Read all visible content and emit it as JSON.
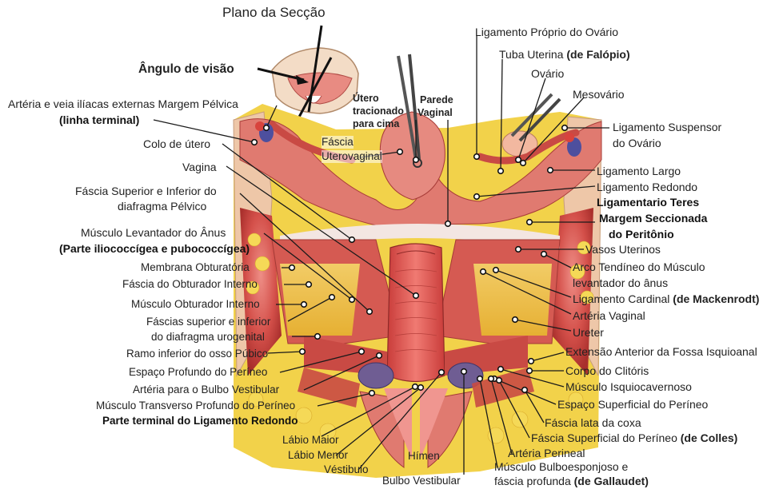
{
  "diagram": {
    "title": "Plano da Secção",
    "view_angle_label": "Ângulo de visão",
    "labels_left": [
      {
        "id": "arteria_iliacas",
        "text": "Artéria e veia ilíacas externas Margem Pélvica"
      },
      {
        "id": "linha_terminal",
        "text": "(linha terminal)"
      },
      {
        "id": "colo_utero",
        "text": "Colo de útero"
      },
      {
        "id": "vagina",
        "text": "Vagina"
      },
      {
        "id": "fascia_diafragma_1",
        "text": "Fáscia Superior e Inferior do"
      },
      {
        "id": "fascia_diafragma_2",
        "text": "diafragma Pélvico"
      },
      {
        "id": "levantador_1",
        "text": "Músculo Levantador do Ânus"
      },
      {
        "id": "levantador_2",
        "text": "(Parte  iliococcígea e pubococcígea)"
      },
      {
        "id": "membrana_obt",
        "text": "Membrana Obturatória"
      },
      {
        "id": "fascia_obt",
        "text": "Fáscia do Obturador Interno"
      },
      {
        "id": "musculo_obt",
        "text": "Músculo Obturador Interno"
      },
      {
        "id": "fascias_urog_1",
        "text": "Fáscias superior e inferior"
      },
      {
        "id": "fascias_urog_2",
        "text": "do diafragma urogenital"
      },
      {
        "id": "ramo_pubico",
        "text": "Ramo inferior do osso Púbico"
      },
      {
        "id": "espaco_profundo",
        "text": "Espaço Profundo do Períneo"
      },
      {
        "id": "arteria_bulbo",
        "text": "Artéria para o Bulbo Vestibular"
      },
      {
        "id": "transverso",
        "text": "Músculo Transverso Profundo do Períneo"
      },
      {
        "id": "parte_terminal",
        "text": "Parte terminal do Ligamento Redondo"
      },
      {
        "id": "labio_maior",
        "text": "Lábio Maior"
      },
      {
        "id": "labio_menor",
        "text": "Lábio Menor"
      },
      {
        "id": "vestibulo",
        "text": "Véstibulo"
      }
    ],
    "labels_center": [
      {
        "id": "utero_1",
        "text": "Útero"
      },
      {
        "id": "utero_2",
        "text": "tracionado"
      },
      {
        "id": "utero_3",
        "text": "para cima"
      },
      {
        "id": "parede_1",
        "text": "Parede"
      },
      {
        "id": "parede_2",
        "text": "Vaginal"
      },
      {
        "id": "fascia_uv_1",
        "text": "Fáscia"
      },
      {
        "id": "fascia_uv_2",
        "text": "Uterovaginal"
      },
      {
        "id": "himen",
        "text": "Hímen"
      },
      {
        "id": "bulbo",
        "text": "Bulbo Vestibular"
      }
    ],
    "labels_right": [
      {
        "id": "lig_proprio",
        "text": "Ligamento Próprio do Ovário"
      },
      {
        "id": "tuba",
        "text": "Tuba Uterina "
      },
      {
        "id": "tuba_b",
        "text": "(de Falópio)"
      },
      {
        "id": "ovario",
        "text": "Ovário"
      },
      {
        "id": "mesovario",
        "text": "Mesovário"
      },
      {
        "id": "lig_susp_1",
        "text": "Ligamento Suspensor"
      },
      {
        "id": "lig_susp_2",
        "text": "do Ovário"
      },
      {
        "id": "lig_largo",
        "text": "Ligamento Largo"
      },
      {
        "id": "lig_redondo",
        "text": "Ligamento Redondo"
      },
      {
        "id": "lig_teres",
        "text": "Ligamentario Teres"
      },
      {
        "id": "margem_1",
        "text": "Margem Seccionada"
      },
      {
        "id": "margem_2",
        "text": "do Peritônio"
      },
      {
        "id": "vasos",
        "text": "Vasos Uterinos"
      },
      {
        "id": "arco_1",
        "text": "Arco Tendíneo do Músculo"
      },
      {
        "id": "arco_2",
        "text": "levantador do ânus"
      },
      {
        "id": "cardinal",
        "text": "Ligamento Cardinal "
      },
      {
        "id": "cardinal_b",
        "text": "(de Mackenrodt)"
      },
      {
        "id": "art_vaginal",
        "text": "Artéria Vaginal"
      },
      {
        "id": "ureter",
        "text": "Ureter"
      },
      {
        "id": "fossa",
        "text": "Extensão Anterior da Fossa Isquioanal"
      },
      {
        "id": "clitoris",
        "text": "Corpo do Clitóris"
      },
      {
        "id": "isquio",
        "text": "Músculo Isquiocavernoso"
      },
      {
        "id": "espaco_sup",
        "text": "Espaço Superficial do Períneo"
      },
      {
        "id": "fascia_lata",
        "text": "Fáscia lata da coxa"
      },
      {
        "id": "fascia_sup",
        "text": "Fáscia Superficial do Períneo "
      },
      {
        "id": "fascia_sup_b",
        "text": "(de Colles)"
      },
      {
        "id": "art_perineal",
        "text": "Artéria Perineal"
      },
      {
        "id": "bulbo_1",
        "text": "Músculo Bulboesponjoso e"
      },
      {
        "id": "bulbo_2",
        "text": "fáscia profunda "
      },
      {
        "id": "bulbo_2b",
        "text": "(de Gallaudet)"
      }
    ],
    "colors": {
      "muscle": "#c9413f",
      "muscle_light": "#e6807a",
      "fat": "#f2d24a",
      "fascia": "#f3e6e2",
      "bone": "#eec7a8",
      "vein": "#4d4f9e",
      "leader": "#1a1a1a"
    }
  }
}
